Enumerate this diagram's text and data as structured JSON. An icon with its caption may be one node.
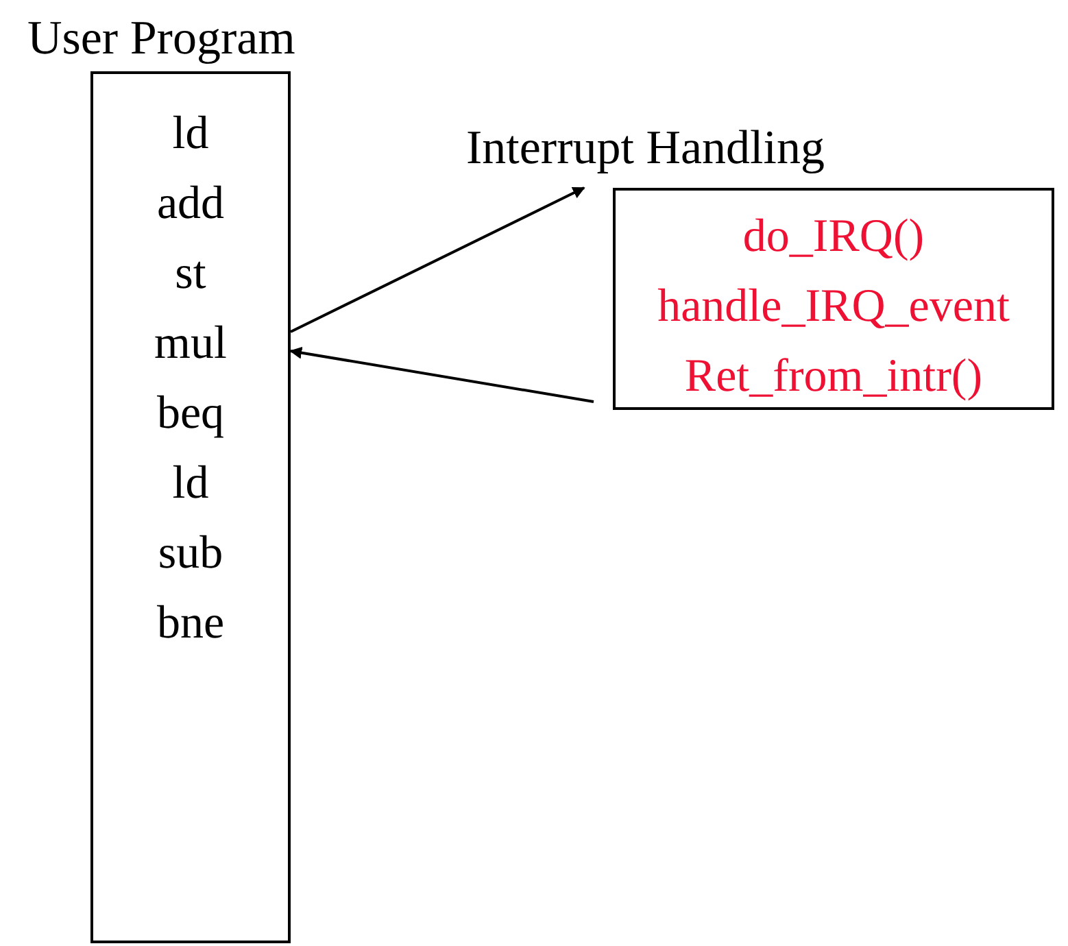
{
  "diagram": {
    "nodes": [
      {
        "text": [
          "User Program",
          "ld",
          "add",
          "st",
          "mul",
          "beq",
          "ld",
          "sub",
          "bne"
        ]
      },
      {
        "text": [
          "Interrupt Handling",
          "do_IRQ()",
          "handle_IRQ_event",
          "Ret_from_intr()"
        ]
      }
    ],
    "edges": [
      {
        "from": 0,
        "to": 1,
        "arrow": "to"
      },
      {
        "from": 1,
        "to": 0,
        "arrow": "to"
      }
    ]
  }
}
